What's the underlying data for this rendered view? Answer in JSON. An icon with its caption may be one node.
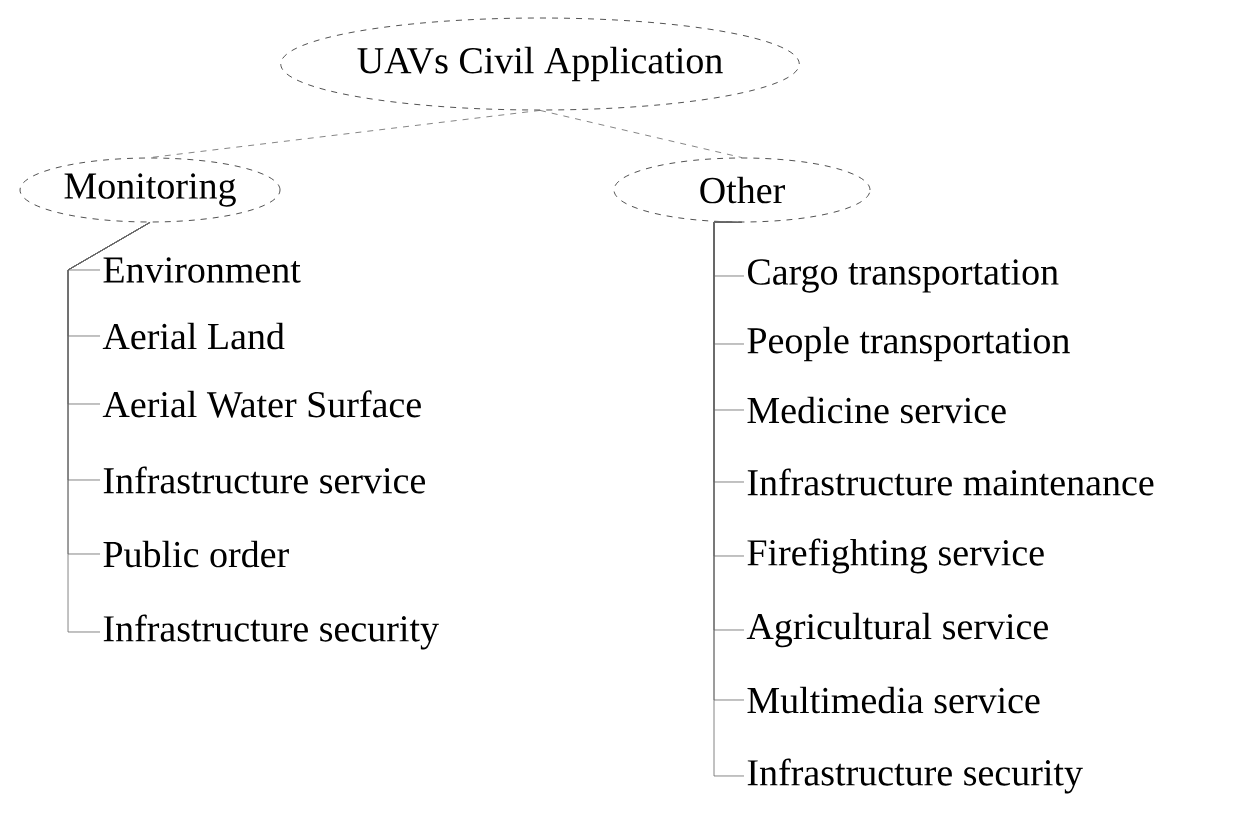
{
  "diagram": {
    "nodes": [
      {
        "text": [
          "UAVs Civil Application"
        ]
      },
      {
        "text": [
          "Monitoring"
        ]
      },
      {
        "text": [
          "Other"
        ]
      },
      {
        "text": [
          "Environment"
        ]
      },
      {
        "text": [
          "Aerial Land"
        ]
      },
      {
        "text": [
          "Aerial Water Surface"
        ]
      },
      {
        "text": [
          "Infrastructure service"
        ]
      },
      {
        "text": [
          "Public order"
        ]
      },
      {
        "text": [
          "Infrastructure security"
        ]
      },
      {
        "text": [
          "Cargo transportation"
        ]
      },
      {
        "text": [
          "People transportation"
        ]
      },
      {
        "text": [
          "Medicine service"
        ]
      },
      {
        "text": [
          "Infrastructure maintenance"
        ]
      },
      {
        "text": [
          "Firefighting service"
        ]
      },
      {
        "text": [
          "Agricultural service"
        ]
      },
      {
        "text": [
          "Multimedia service"
        ]
      },
      {
        "text": [
          "Infrastructure security"
        ]
      }
    ],
    "edges": [
      {
        "from": 0,
        "to": 1,
        "arrow": "none",
        "style": "dashed"
      },
      {
        "from": 0,
        "to": 2,
        "arrow": "none",
        "style": "dashed"
      },
      {
        "from": 1,
        "to": 3,
        "arrow": "none"
      },
      {
        "from": 1,
        "to": 4,
        "arrow": "none"
      },
      {
        "from": 1,
        "to": 5,
        "arrow": "none"
      },
      {
        "from": 1,
        "to": 6,
        "arrow": "none"
      },
      {
        "from": 1,
        "to": 7,
        "arrow": "none"
      },
      {
        "from": 1,
        "to": 8,
        "arrow": "none"
      },
      {
        "from": 2,
        "to": 9,
        "arrow": "none"
      },
      {
        "from": 2,
        "to": 10,
        "arrow": "none"
      },
      {
        "from": 2,
        "to": 11,
        "arrow": "none"
      },
      {
        "from": 2,
        "to": 12,
        "arrow": "none"
      },
      {
        "from": 2,
        "to": 13,
        "arrow": "none"
      },
      {
        "from": 2,
        "to": 14,
        "arrow": "none"
      },
      {
        "from": 2,
        "to": 15,
        "arrow": "none"
      },
      {
        "from": 2,
        "to": 16,
        "arrow": "none"
      }
    ]
  }
}
